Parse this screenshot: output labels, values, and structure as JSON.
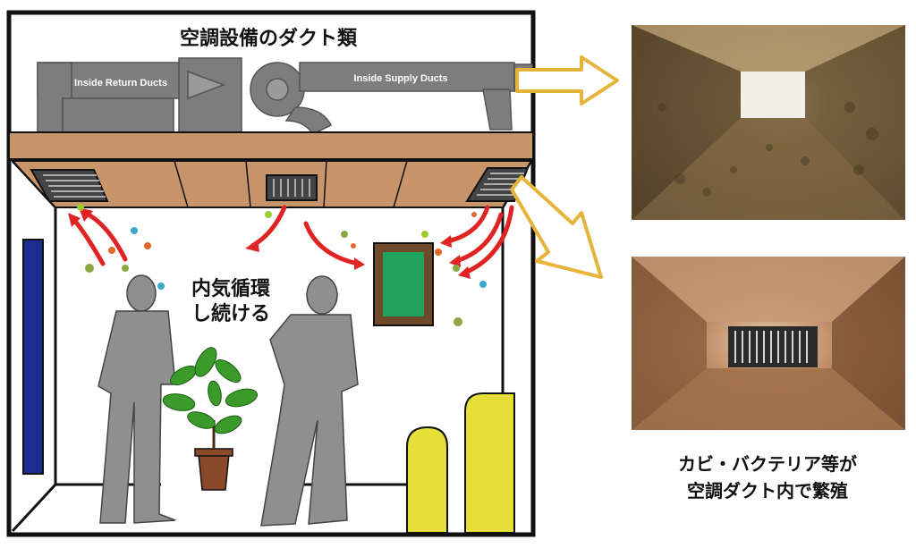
{
  "diagram": {
    "title": "空調設備のダクト類",
    "return_duct_label": "Inside Return Ducts",
    "supply_duct_label": "Inside Supply Ducts",
    "circulation_line1": "内気循環",
    "circulation_line2": "し続ける",
    "caption_line1": "カビ・バクテリア等が",
    "caption_line2": "空調ダクト内で繁殖"
  },
  "colors": {
    "ceiling": "#c8956a",
    "duct": "#7d7d7d",
    "arrow": "#e02424",
    "pointer": "#e6b43a",
    "frame_green": "#1fa35c",
    "chair": "#e6df3a",
    "door": "#1c2d8f"
  },
  "icons": [
    "return-duct-icon",
    "supply-fan-icon",
    "ceiling-vent-icon",
    "person-silhouette-icon",
    "potted-plant-icon",
    "picture-frame-icon",
    "chair-icon",
    "door-icon",
    "microbe-icon"
  ]
}
